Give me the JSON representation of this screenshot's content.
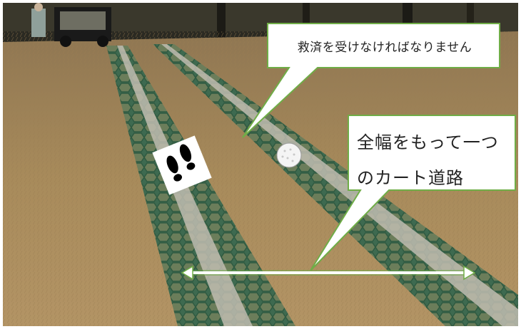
{
  "callouts": {
    "relief_text": "救済を受けなければなりません",
    "path_text_line1": "全幅をもって一つ",
    "path_text_line2": "のカート道路"
  },
  "icons": {
    "footprint": "footprints-icon",
    "ball": "golf-ball-icon",
    "arrow": "double-headed-arrow"
  },
  "colors": {
    "callout_border": "#70ad47",
    "arrow": "#ffffff",
    "grass": "#a88b5b",
    "path_mesh": "#4b7a5e"
  }
}
